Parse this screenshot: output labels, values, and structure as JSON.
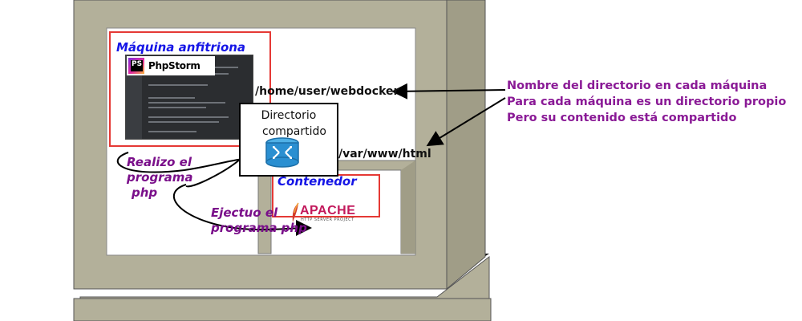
{
  "host": {
    "title": "Máquina anfitriona",
    "app_name": "PhpStorm",
    "app_logo_text": "PS"
  },
  "shared": {
    "line1": "Directorio",
    "line2": "compartido"
  },
  "paths": {
    "host_path": "/home/user/webdocker",
    "container_path": "/var/www/html"
  },
  "container": {
    "title": "Contenedor",
    "server_name": "APACHE",
    "server_tagline": "HTTP SERVER PROJECT"
  },
  "actions": {
    "write_line1": "Realizo el",
    "write_line2": "programa",
    "write_line3": "php",
    "run_line1": "Ejectuo el",
    "run_line2": "programa php"
  },
  "note": {
    "line1": "Nombre del directorio en cada máquina",
    "line2": "Para cada máquina  es un directorio propio",
    "line3": "Pero su contenido está compartido"
  },
  "colors": {
    "tower": "#b3b09a",
    "tower_dark": "#8e8b77",
    "host_frame": "#e53935",
    "container_frame": "#e53935",
    "title_blue": "#1515e6",
    "annotation_purple": "#7a0f8a"
  }
}
